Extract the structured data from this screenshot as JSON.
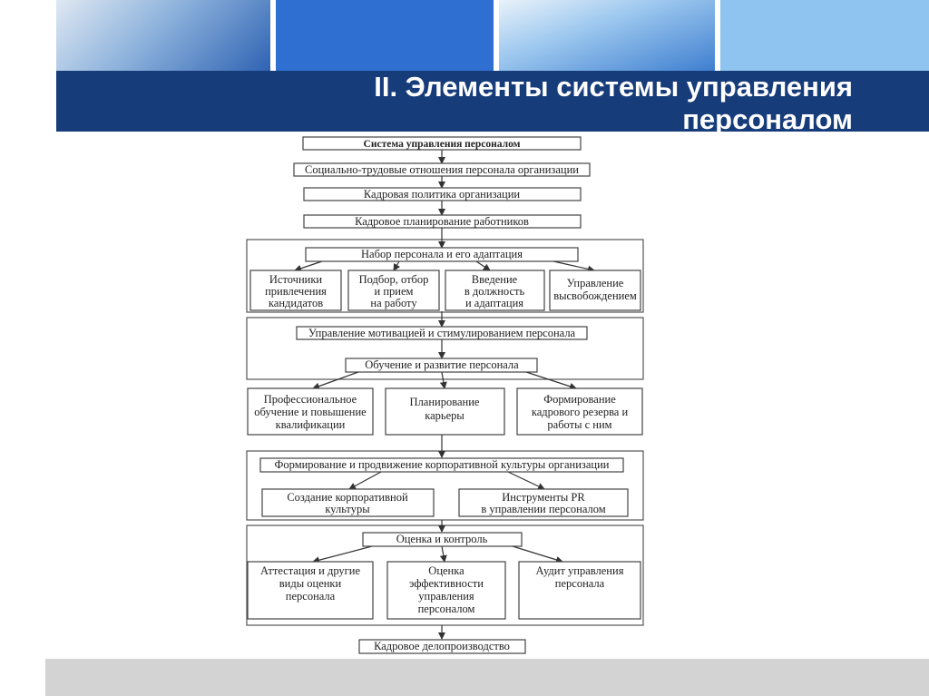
{
  "slide": {
    "title_line1": "II. Элементы системы управления",
    "title_line2": "персоналом"
  },
  "diagram": {
    "top_box": "Система управления персоналом",
    "social_relations": "Социально-трудовые отношения персонала организации",
    "hr_policy": "Кадровая политика организации",
    "hr_planning": "Кадровое планирование работников",
    "recruitment": {
      "header": "Набор персонала и его адаптация",
      "items": [
        [
          "Источники",
          "привлечения",
          "кандидатов"
        ],
        [
          "Подбор, отбор",
          "и прием",
          "на работу"
        ],
        [
          "Введение",
          "в должность",
          "и адаптация"
        ],
        [
          "Управление",
          "высвобождением"
        ]
      ]
    },
    "motivation": "Управление мотивацией и стимулированием персонала",
    "training": {
      "header": "Обучение и развитие персонала",
      "items": [
        [
          "Профессиональное",
          "обучение и повышение",
          "квалификации"
        ],
        [
          "Планирование",
          "карьеры"
        ],
        [
          "Формирование",
          "кадрового резерва и",
          "работы с ним"
        ]
      ]
    },
    "culture": {
      "header": "Формирование и продвижение корпоративной культуры организации",
      "items": [
        [
          "Создание корпоративной",
          "культуры"
        ],
        [
          "Инструменты PR",
          "в управлении персоналом"
        ]
      ]
    },
    "evaluation": {
      "header": "Оценка и контроль",
      "items": [
        [
          "Аттестация и другие",
          "виды оценки",
          "персонала"
        ],
        [
          "Оценка",
          "эффективности",
          "управления",
          "персоналом"
        ],
        [
          "Аудит управления",
          "персонала"
        ]
      ]
    },
    "records": "Кадровое делопроизводство"
  },
  "colors": {
    "title_bar": "#173c7a",
    "banner_blue": "#2f6fd1",
    "banner_light": "#8fc3f0",
    "footer": "#d3d3d3"
  }
}
